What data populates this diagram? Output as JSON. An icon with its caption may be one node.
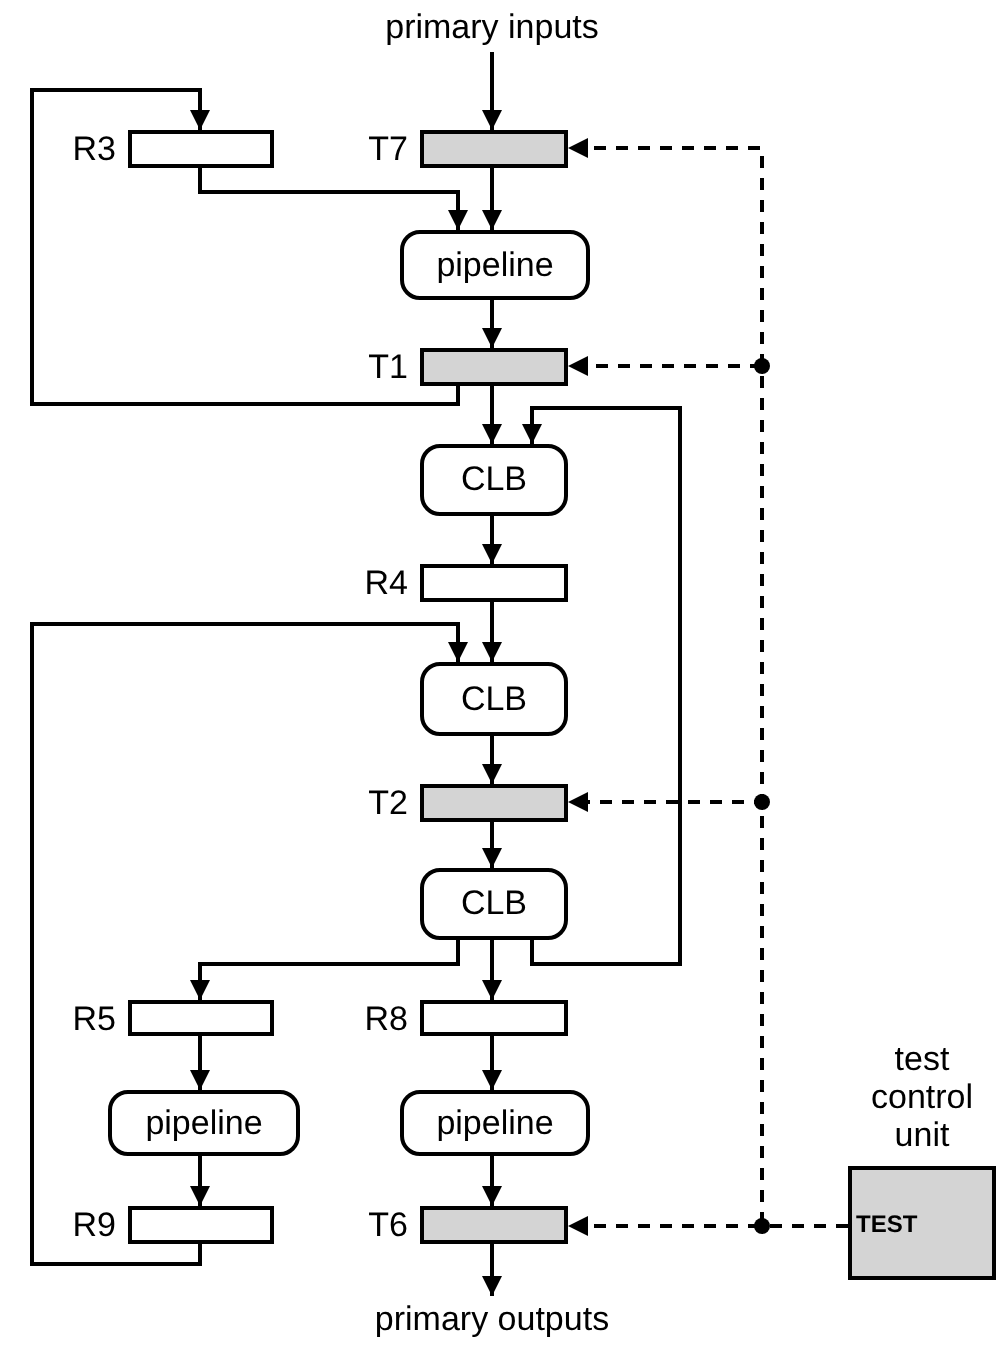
{
  "diagram": {
    "nodes": [
      {
        "text": [
          "primary inputs"
        ]
      },
      {
        "text": [
          "R3"
        ]
      },
      {
        "text": [
          "T7"
        ]
      },
      {
        "text": [
          "pipeline"
        ]
      },
      {
        "text": [
          "T1"
        ]
      },
      {
        "text": [
          "CLB"
        ]
      },
      {
        "text": [
          "R4"
        ]
      },
      {
        "text": [
          "CLB"
        ]
      },
      {
        "text": [
          "T2"
        ]
      },
      {
        "text": [
          "CLB"
        ]
      },
      {
        "text": [
          "R5"
        ]
      },
      {
        "text": [
          "R8"
        ]
      },
      {
        "text": [
          "pipeline"
        ]
      },
      {
        "text": [
          "pipeline"
        ]
      },
      {
        "text": [
          "R9"
        ]
      },
      {
        "text": [
          "T6"
        ]
      },
      {
        "text": [
          "primary outputs"
        ]
      },
      {
        "text": [
          "test control unit",
          "TEST"
        ]
      }
    ],
    "edges": [
      {
        "from": 0,
        "to": 2,
        "arrow": "to"
      },
      {
        "from": 2,
        "to": 3,
        "arrow": "to"
      },
      {
        "from": 1,
        "to": 3,
        "arrow": "to"
      },
      {
        "from": 3,
        "to": 4,
        "arrow": "to"
      },
      {
        "from": 4,
        "to": 1,
        "arrow": "to"
      },
      {
        "from": 4,
        "to": 5,
        "arrow": "to"
      },
      {
        "from": 9,
        "to": 5,
        "arrow": "to"
      },
      {
        "from": 5,
        "to": 6,
        "arrow": "to"
      },
      {
        "from": 6,
        "to": 7,
        "arrow": "to"
      },
      {
        "from": 14,
        "to": 7,
        "arrow": "to"
      },
      {
        "from": 7,
        "to": 8,
        "arrow": "to"
      },
      {
        "from": 8,
        "to": 9,
        "arrow": "to"
      },
      {
        "from": 9,
        "to": 10,
        "arrow": "to"
      },
      {
        "from": 9,
        "to": 11,
        "arrow": "to"
      },
      {
        "from": 10,
        "to": 12,
        "arrow": "to"
      },
      {
        "from": 11,
        "to": 13,
        "arrow": "to"
      },
      {
        "from": 12,
        "to": 14,
        "arrow": "to"
      },
      {
        "from": 13,
        "to": 15,
        "arrow": "to"
      },
      {
        "from": 15,
        "to": 16,
        "arrow": "to"
      },
      {
        "from": 17,
        "to": 15,
        "arrow": "to",
        "style": "dashed"
      },
      {
        "from": 17,
        "to": 8,
        "arrow": "to",
        "style": "dashed"
      },
      {
        "from": 17,
        "to": 4,
        "arrow": "to",
        "style": "dashed"
      },
      {
        "from": 17,
        "to": 2,
        "arrow": "to",
        "style": "dashed"
      }
    ]
  }
}
